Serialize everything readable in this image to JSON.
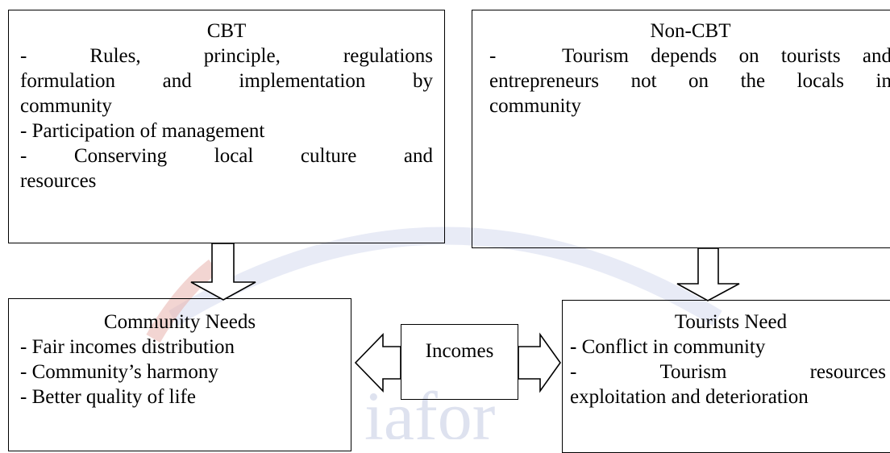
{
  "cbt": {
    "title": "CBT",
    "items": [
      "-    Rules,    principle,    regulations",
      "formulation  and  implementation  by",
      "community",
      "- Participation of management",
      "-    Conserving    local    culture    and",
      "resources"
    ]
  },
  "non_cbt": {
    "title": "Non-CBT",
    "items": [
      "-   Tourism depends on tourists and",
      "entrepreneurs  not  on  the  locals  in",
      "community"
    ]
  },
  "community_needs": {
    "title": "Community Needs",
    "items": [
      "- Fair incomes distribution",
      "- Community’s harmony",
      "- Better quality of life"
    ]
  },
  "incomes": {
    "label": "Incomes"
  },
  "tourists_need": {
    "title": "Tourists Need",
    "item1_dash": "-",
    "item1_text": " Conflict in community",
    "item2_a": "-",
    "item2_b": "Tourism",
    "item2_c": "resources",
    "item3": "exploitation and deterioration"
  },
  "watermark": {
    "text": "iafor",
    "color": "#c9cfe6",
    "accent": "#e8b3ad"
  },
  "colors": {
    "line": "#000000",
    "background": "#ffffff"
  }
}
